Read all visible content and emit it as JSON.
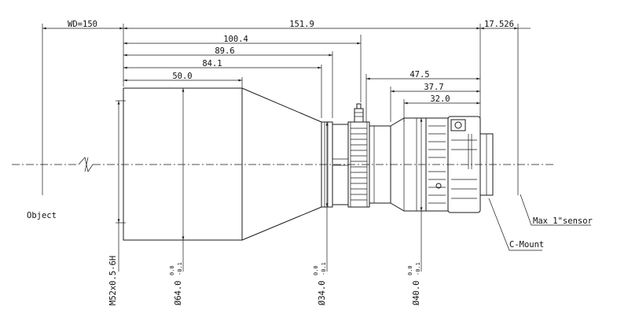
{
  "drawing": {
    "dimensions": {
      "wd": "WD=150",
      "total": "151.9",
      "back": "17.526",
      "d1": "100.4",
      "d2": "89.6",
      "d3": "84.1",
      "d4": "50.0",
      "d5": "47.5",
      "d6": "37.7",
      "d7": "32.0"
    },
    "diameters": {
      "thread": "M52x0.5-6H",
      "dia64": "Ø64.0",
      "dia34": "Ø34.0",
      "dia40": "Ø40.0",
      "tol_upper": "0.0",
      "tol_lower": "-0.1"
    },
    "labels": {
      "object": "Object",
      "mount": "C-Mount",
      "sensor": "Max 1\"sensor"
    }
  }
}
